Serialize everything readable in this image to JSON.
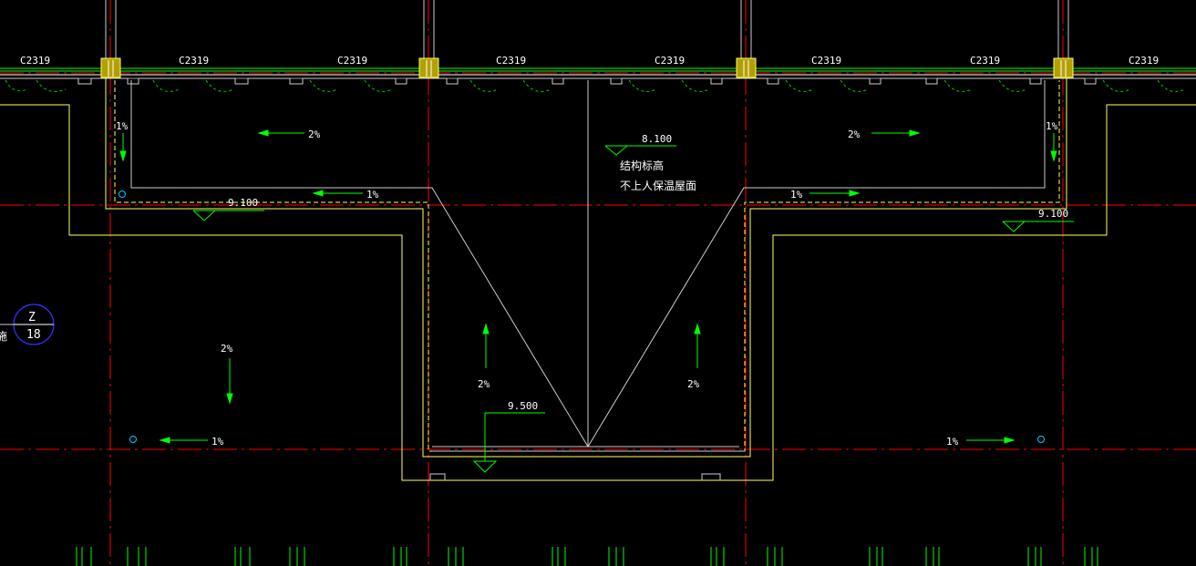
{
  "drawing": {
    "colors": {
      "background": "#000000",
      "axis": "#ff0000",
      "wall": "#ffff66",
      "window": "#00ff00",
      "text": "#ffffff",
      "slope_arrow": "#00ff00",
      "grid_bubble": "#3333ff",
      "drain": "#00ccff",
      "column_fill": "#b3a000",
      "thin_line": "#cccccc"
    },
    "window_labels": [
      "C2319",
      "C2319",
      "C2319",
      "C2319",
      "C2319",
      "C2319",
      "C2319",
      "C2319"
    ],
    "elevations": [
      "8.100",
      "9.100",
      "9.100",
      "9.500"
    ],
    "notes": [
      "结构标高",
      "不上人保温屋面"
    ],
    "slopes": [
      "2%",
      "2%",
      "1%",
      "1%",
      "1%",
      "1%",
      "2%",
      "2%",
      "2%",
      "1%",
      "1%"
    ],
    "grid_bubble": {
      "top": "Z",
      "bottom": "18"
    },
    "side_text": "施"
  }
}
